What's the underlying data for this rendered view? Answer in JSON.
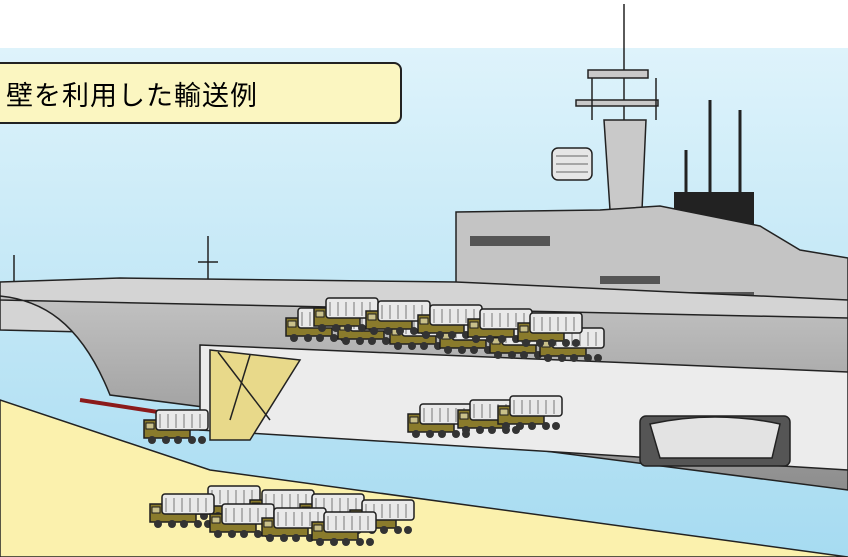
{
  "caption": {
    "text": "壁を利用した輸送例"
  },
  "colors": {
    "sky": "#bfe6f6",
    "pier": "#fbf1ad",
    "hull": "#a9a9a9",
    "hull_dark": "#6f6f6f",
    "deck": "#d2d2d2",
    "waterline": "#8b1a1a",
    "truck_cab": "#8a7b2c",
    "truck_cover": "#e8e8e8",
    "ramp": "#e8d98a"
  },
  "icons": [
    "ship",
    "truck",
    "landing-craft",
    "ramp",
    "mast",
    "radar"
  ]
}
